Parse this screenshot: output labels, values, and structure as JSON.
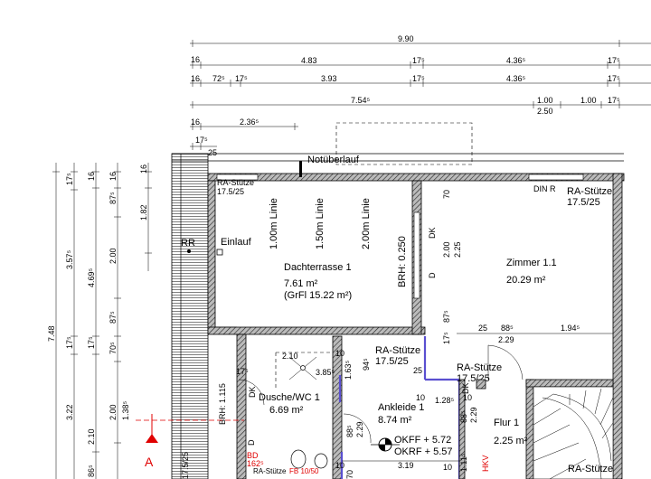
{
  "dims_top": {
    "row1": [
      "9.90"
    ],
    "row2": [
      "16",
      "4.83",
      "17⁵",
      "4.36⁵",
      "17⁵"
    ],
    "row3": [
      "16",
      "72⁵",
      "17⁵",
      "3.93",
      "17⁵",
      "4.36⁵",
      "17⁵"
    ],
    "row4": [
      "7.54⁵",
      "1.00",
      "1.00",
      "17⁵",
      "2.50"
    ],
    "row5": [
      "16",
      "2.36⁵"
    ],
    "row6": [
      "17⁵",
      "25"
    ]
  },
  "dims_left": {
    "col1": [
      "7.48"
    ],
    "col2": [
      "17⁵",
      "3.57⁵",
      "17⁵",
      "3.22"
    ],
    "col3": [
      "16",
      "4.69⁵",
      "17⁵",
      "2.10",
      "86⁵"
    ],
    "col4": [
      "16",
      "87⁵",
      "2.00",
      "87⁵",
      "70⁵",
      "2.00",
      "1.38⁵"
    ],
    "col5": [
      "16",
      "1.82"
    ]
  },
  "labels": {
    "notueberlauf": "Notüberlauf",
    "ra_stuetze": "RA-Stütze",
    "ra_size": "17.5/25",
    "rr": "RR",
    "einlauf": "Einlauf",
    "linie_100": "1.00m Linie",
    "linie_150": "1.50m Linie",
    "linie_200": "2.00m Linie",
    "brh": "BRH: 0.250",
    "dk": "DK",
    "d": "D",
    "din_r": "DIN R",
    "brh_left": "BRH: 1.115",
    "section_a": "A",
    "bd": "BD",
    "bd_num": "162⁵",
    "hkv": "HKV",
    "fb_note": "FB 10/50"
  },
  "rooms": {
    "terrace": {
      "name": "Dachterrasse 1",
      "area": "7.61 m²",
      "gross": "(GrFl 15.22 m²)"
    },
    "zimmer": {
      "name": "Zimmer 1.1",
      "area": "20.29 m²"
    },
    "dusche": {
      "name": "Dusche/WC 1",
      "area": "6.69 m²"
    },
    "ankleide": {
      "name": "Ankleide 1",
      "area": "8.74 m²"
    },
    "flur": {
      "name": "Flur 1",
      "area": "2.25 m²"
    }
  },
  "levels": {
    "okff": "OKFF + 5.72",
    "okrf": "OKRF + 5.57"
  },
  "inner_dims": {
    "d_70": "70",
    "d_200": "2.00",
    "d_225": "2.25",
    "d_875": "87⁵",
    "d_175a": "17⁵",
    "d_25": "25",
    "d_885": "88⁵",
    "d_1945": "1.94⁵",
    "d_229a": "2.29",
    "d_210": "2.10",
    "d_10a": "10",
    "d_163": "1.63⁵",
    "d_945": "94⁵",
    "d_385": "3.85⁵",
    "d_175b": "17⁵",
    "d_25b": "25",
    "d_10b": "10",
    "d_128": "1.28⁵",
    "d_10c": "10",
    "d_885b": "88⁵",
    "d_229b": "2.29",
    "d_885c": "88⁵",
    "d_229c": "2.29",
    "d_319": "3.19",
    "d_10d": "10",
    "d_70b": "70",
    "d_111": "1.11⁵",
    "d_10e": "10"
  }
}
